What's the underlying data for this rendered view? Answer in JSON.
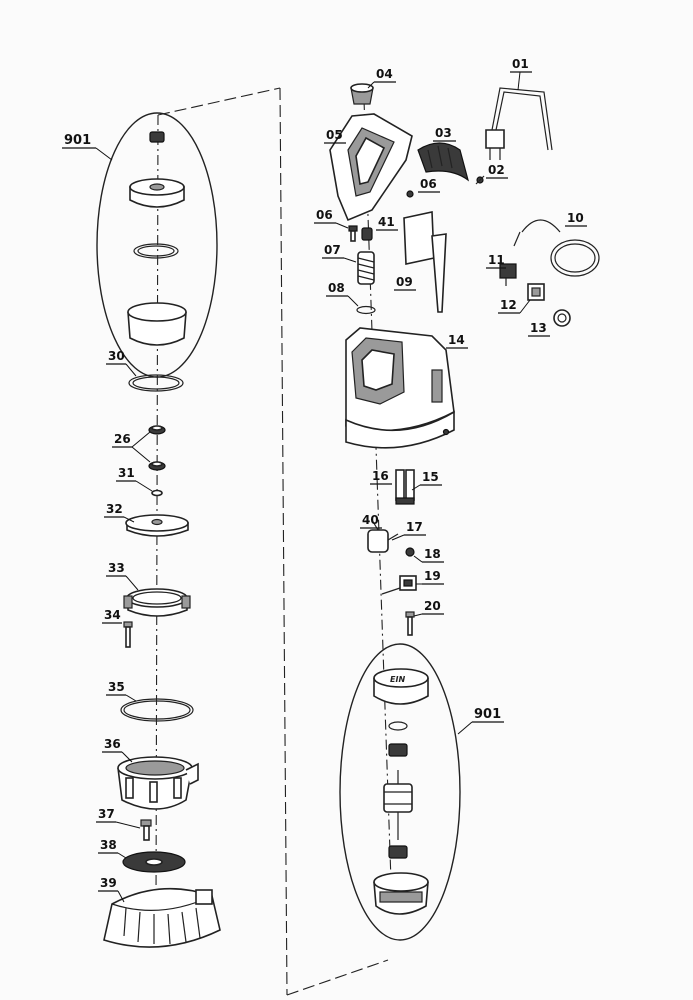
{
  "labels": {
    "p01": "01",
    "p02": "02",
    "p03": "03",
    "p04": "04",
    "p05": "05",
    "p06a": "06",
    "p06b": "06",
    "p07": "07",
    "p08": "08",
    "p09": "09",
    "p10": "10",
    "p11": "11",
    "p12": "12",
    "p13": "13",
    "p14": "14",
    "p15": "15",
    "p16": "16",
    "p17": "17",
    "p18": "18",
    "p19": "19",
    "p20": "20",
    "p26": "26",
    "p30": "30",
    "p31": "31",
    "p32": "32",
    "p33": "33",
    "p34": "34",
    "p35": "35",
    "p36": "36",
    "p37": "37",
    "p38": "38",
    "p39": "39",
    "p40": "40",
    "p41": "41",
    "g901a": "901",
    "g901b": "901"
  },
  "logo_text": "EIN",
  "colors": {
    "line": "#222222",
    "shade": "#9a9a9a",
    "dark": "#3a3a3a",
    "background": "#fbfbfb"
  }
}
